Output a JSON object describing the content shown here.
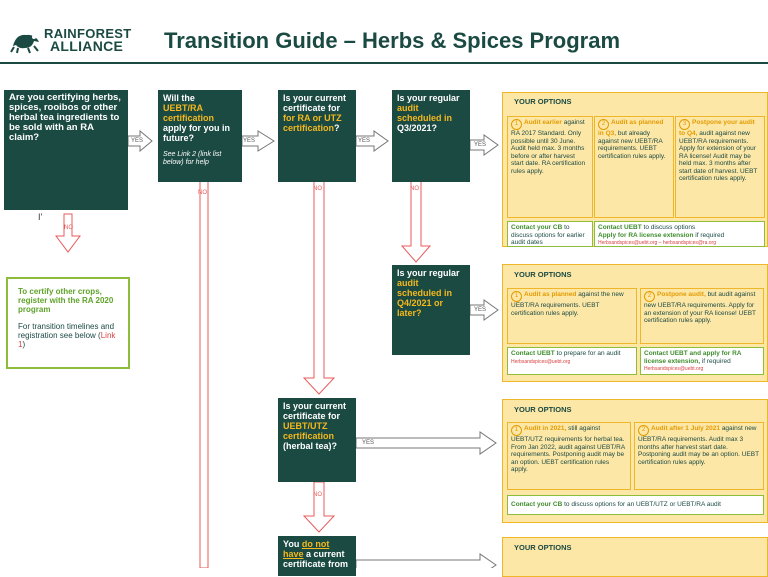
{
  "header": {
    "logo_line1": "RAINFOREST",
    "logo_line2": "ALLIANCE",
    "title": "Transition Guide – Herbs & Spices Program"
  },
  "flow": {
    "q1": {
      "text": "Are you certifying herbs, spices, rooibos or  other herbal tea ingredients to be sold with an RA claim?"
    },
    "q2": {
      "pre": "Will the ",
      "highlight": "UEBT/RA certification",
      "post": " apply for you in future?",
      "note": "See Link 2 (link list below) for help"
    },
    "q3": {
      "pre": "Is your current certificate for ",
      "highlight": "for RA or UTZ certification",
      "post": "?"
    },
    "q4": {
      "pre": "Is your regular ",
      "highlight": "audit scheduled in",
      "post": " Q3/2021?"
    },
    "q5": {
      "pre": "Is your regular ",
      "highlight": "audit scheduled in Q4/2021 or later?"
    },
    "q6": {
      "pre": "Is your current certificate for ",
      "highlight": "UEBT/UTZ certification",
      "post": " (herbal tea)?"
    },
    "q7": {
      "pre": "You ",
      "highlight1": "do not have",
      "post": " a current certificate from"
    },
    "labels": {
      "yes": "YES",
      "no": "NO",
      "i_mark": "I'"
    },
    "other_crops": {
      "title": "To certify other crops, register with the RA 2020 program",
      "body": "For transition timelines and registration see below (",
      "link": "Link 1",
      "after": ")"
    }
  },
  "options_common": {
    "heading": "YOUR OPTIONS"
  },
  "opt1": {
    "a": {
      "num": "1",
      "title": "Audit earlier",
      "body": "against RA 2017 Standard. Only possible until 30 June. Audit  held max. 3 months before or after harvest start date. RA certification rules apply."
    },
    "b": {
      "num": "2",
      "title": "Audit as planned in Q3,",
      "body": "but already against new UEBT/RA requirements. UEBT certification rules apply."
    },
    "c": {
      "num": "3",
      "title": "Postpone your audit to Q4,",
      "body": "audit against new UEBT/RA requirements. Apply for extension of your RA license! Audit may be held max. 3 months after start date of harvest. UEBT certification rules apply."
    },
    "contact_a": {
      "strong": "Contact your CB",
      "rest": "to discuss options for earlier audit dates"
    },
    "contact_b": {
      "strong": "Contact UEBT",
      "rest": "to discuss options",
      "strong2": "Apply for RA license extension",
      "rest2": "if required",
      "links": "Herbsandspices@uebt.org – herbsandspices@ra.org"
    }
  },
  "opt2": {
    "a": {
      "num": "1",
      "title": "Audit as planned",
      "body": "against the new UEBT/RA requirements. UEBT certification rules apply."
    },
    "b": {
      "num": "2",
      "title": "Postpone audit,",
      "body": "but audit against new UEBT/RA requirements. Apply for an extension of your RA license! UEBT certification rules apply."
    },
    "contact_a": {
      "strong": "Contact UEBT",
      "rest": "to prepare for an audit",
      "link": "Herbsandspices@uebt.org"
    },
    "contact_b": {
      "strong": "Contact UEBT and apply for RA license extension,",
      "rest": "if required",
      "link": "Herbsandspices@uebt.org"
    }
  },
  "opt3": {
    "a": {
      "num": "1",
      "title": "Audit in 2021,",
      "body": "still against UEBT/UTZ requirements for herbal tea. From Jan 2022, audit against UEBT/RA requirements. Postponing audit may be an option. UEBT certification rules apply."
    },
    "b": {
      "num": "2",
      "title": "Audit after 1 July 2021",
      "body": "against new UEBT/RA requirements. Audit max 3 months after harvest start date. Postponing audit may be an option. UEBT certification rules apply."
    },
    "contact": {
      "strong": "Contact your CB",
      "rest": "to discuss options for an UEBT/UTZ or UEBT/RA audit"
    }
  },
  "colors": {
    "dark_green": "#1b4a43",
    "yellow": "#f5b81c",
    "light_yellow": "#fde7a7",
    "green": "#8dbd3a",
    "red": "#e85a5a"
  }
}
